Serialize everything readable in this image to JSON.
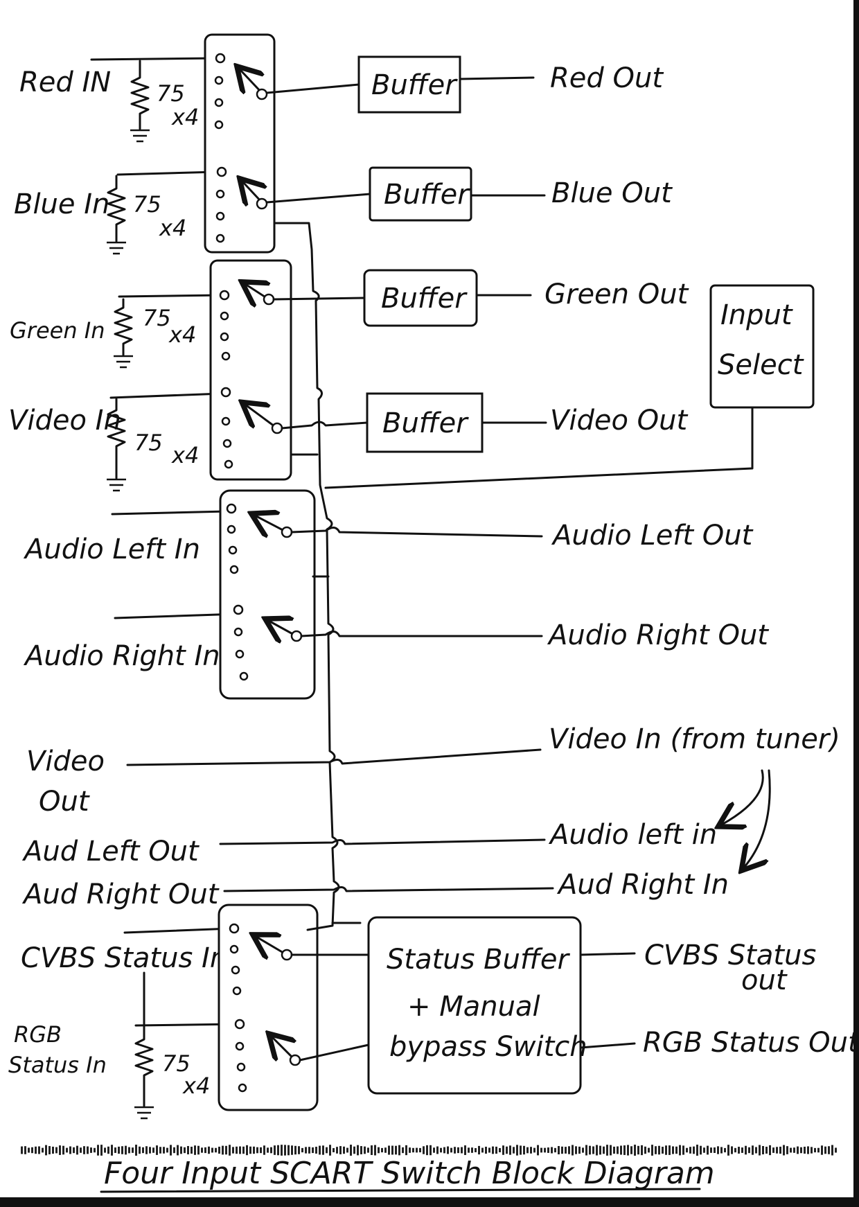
{
  "inputs": {
    "red": "Red IN",
    "blue": "Blue In",
    "green": "Green In",
    "video": "Video In",
    "audio_left": "Audio Left In",
    "audio_right": "Audio Right In",
    "video_out_1": "Video",
    "video_out_2": "Out",
    "aud_left_out": "Aud Left Out",
    "aud_right_out": "Aud Right Out",
    "cvbs_status": "CVBS Status In",
    "rgb_status_1": "RGB",
    "rgb_status_2": "Status In"
  },
  "resistor": {
    "value": "75",
    "multiplier": "x4"
  },
  "blocks": {
    "buffer_red": "Buffer",
    "buffer_blue": "Buffer",
    "buffer_green": "Buffer",
    "buffer_video": "Buffer",
    "input_select_1": "Input",
    "input_select_2": "Select",
    "status_1": "Status Buffer",
    "status_2": "+ Manual",
    "status_3": "bypass Switch"
  },
  "outputs": {
    "red": "Red Out",
    "blue": "Blue Out",
    "green": "Green Out",
    "video": "Video Out",
    "audio_left": "Audio Left Out",
    "audio_right": "Audio Right Out",
    "tuner_video": "Video In (from tuner)",
    "tuner_audio_left": "Audio left in",
    "tuner_audio_right": "Aud Right In",
    "cvbs_status_1": "CVBS Status",
    "cvbs_status_2": "out",
    "rgb_status": "RGB Status Out"
  },
  "title": "Four Input SCART Switch Block Diagram"
}
